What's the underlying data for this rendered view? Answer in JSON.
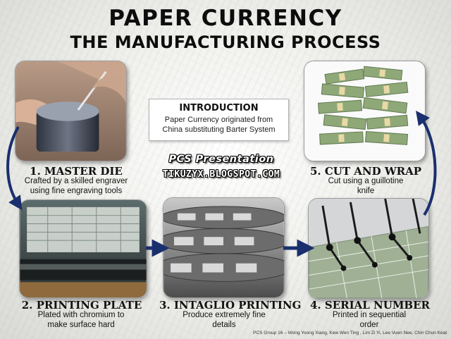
{
  "header": {
    "title": "PAPER CURRENCY",
    "subtitle": "THE MANUFACTURING PROCESS"
  },
  "introduction": {
    "title": "INTRODUCTION",
    "text": "Paper Currency originated from China substituting Barter System"
  },
  "branding": {
    "line1": "PCS Presentation",
    "line2": "TIKUZYX.BLOGSPOT.COM"
  },
  "steps": [
    {
      "title": "1. MASTER DIE",
      "description": "Crafted by a skilled engraver using fine engraving tools"
    },
    {
      "title": "2. PRINTING PLATE",
      "description": "Plated with chromium to make surface hard"
    },
    {
      "title": "3. INTAGLIO PRINTING",
      "description": "Produce extremely fine details"
    },
    {
      "title": "4. SERIAL NUMBER",
      "description": "Printed in sequential order"
    },
    {
      "title": "5. CUT AND WRAP",
      "description": "Cut using a guillotine knife"
    }
  ],
  "footer": "PCS Group 16 – Wong Yoong Xiang, Kew Wen Ting , Lim Zi Yi, Lee Vuen Nee, Chin Chun Keat",
  "colors": {
    "arrow": "#1a2f6e",
    "title": "#0d0d0d"
  }
}
